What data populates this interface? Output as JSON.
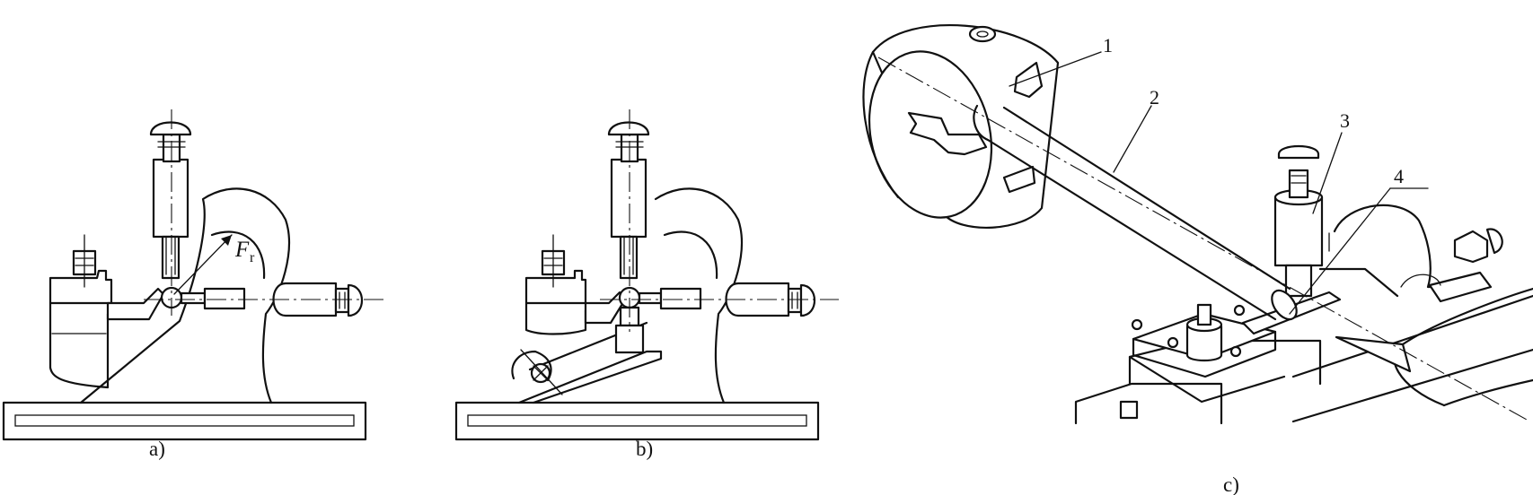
{
  "panels": {
    "a": {
      "caption": "a)",
      "force_label": "F",
      "force_subscript": "r"
    },
    "b": {
      "caption": "b)"
    },
    "c": {
      "caption": "c)",
      "callouts": [
        "1",
        "2",
        "3",
        "4"
      ]
    }
  }
}
